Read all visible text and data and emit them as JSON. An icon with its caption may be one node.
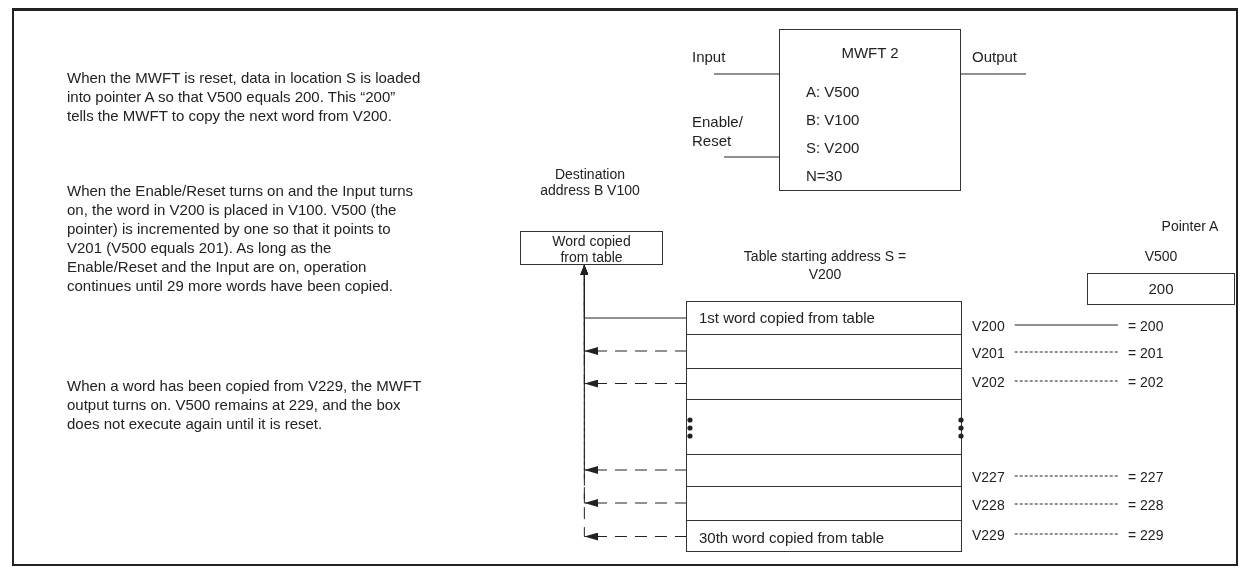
{
  "diagram": {
    "nodes": [
      {
        "text": [
          "Input"
        ]
      },
      {
        "text": [
          "MWFT 2",
          "A: V500",
          "B: V100",
          "S: V200",
          "N=30"
        ]
      },
      {
        "text": [
          "Output"
        ]
      },
      {
        "text": [
          "Enable/ Reset"
        ]
      },
      {
        "text": [
          "Word copied from table"
        ],
        "beside": [
          "Destination address B V100"
        ]
      },
      {
        "text": [
          "200"
        ],
        "beside": [
          "Pointer A",
          "V500"
        ]
      },
      {
        "text": [],
        "shape": "box",
        "beside": [
          "Table starting address S = V200"
        ]
      },
      {
        "text": [
          "1st word copied from table"
        ],
        "in": 6
      },
      {
        "text": [],
        "shape": "box",
        "in": 6
      },
      {
        "text": [],
        "shape": "box",
        "in": 6
      },
      {
        "text": [],
        "shape": "box",
        "in": 6
      },
      {
        "text": [],
        "shape": "box",
        "in": 6
      },
      {
        "text": [],
        "shape": "box",
        "in": 6
      },
      {
        "text": [
          "30th word copied from table"
        ],
        "in": 6
      },
      {
        "text": [
          "V200"
        ]
      },
      {
        "text": [
          "= 200"
        ]
      },
      {
        "text": [
          "V201"
        ]
      },
      {
        "text": [
          "= 201"
        ]
      },
      {
        "text": [
          "V202"
        ]
      },
      {
        "text": [
          "= 202"
        ]
      },
      {
        "text": [
          "V227"
        ]
      },
      {
        "text": [
          "= 227"
        ]
      },
      {
        "text": [
          "V228"
        ]
      },
      {
        "text": [
          "= 228"
        ]
      },
      {
        "text": [
          "V229"
        ]
      },
      {
        "text": [
          "= 229"
        ]
      }
    ],
    "edges": [
      {
        "from": 0,
        "to": 1,
        "arrow": "none"
      },
      {
        "from": 3,
        "to": 1,
        "arrow": "none"
      },
      {
        "from": 1,
        "to": 2,
        "arrow": "none"
      },
      {
        "from": 7,
        "to": 4,
        "arrow": "to"
      },
      {
        "from": 8,
        "to": 4,
        "arrow": "to",
        "style": "dashed"
      },
      {
        "from": 9,
        "to": 4,
        "arrow": "to",
        "style": "dashed"
      },
      {
        "from": 11,
        "to": 4,
        "arrow": "to",
        "style": "dashed"
      },
      {
        "from": 12,
        "to": 4,
        "arrow": "to",
        "style": "dashed"
      },
      {
        "from": 13,
        "to": 4,
        "arrow": "to",
        "style": "dashed"
      },
      {
        "from": 14,
        "to": 15,
        "arrow": "none"
      },
      {
        "from": 16,
        "to": 17,
        "arrow": "none",
        "style": "dashed"
      },
      {
        "from": 18,
        "to": 19,
        "arrow": "none",
        "style": "dashed"
      },
      {
        "from": 20,
        "to": 21,
        "arrow": "none",
        "style": "dashed"
      },
      {
        "from": 22,
        "to": 23,
        "arrow": "none",
        "style": "dashed"
      },
      {
        "from": 24,
        "to": 25,
        "arrow": "none",
        "style": "dashed"
      }
    ],
    "labels": [
      "When the MWFT is reset, data in location S is loaded into pointer A so that V500 equals 200. This “200” tells the MWFT to copy the next word from V200.",
      "When the Enable/Reset turns on and the Input turns on, the word in V200 is placed in V100. V500 (the pointer) is incremented by one so that it points to V201 (V500 equals 201). As long as the Enable/Reset and the Input are on, operation continues until 29 more words have been copied.",
      "When a word has been copied from  V229, the MWFT output turns on. V500 remains at 229, and the box does not execute again until it is reset."
    ]
  }
}
